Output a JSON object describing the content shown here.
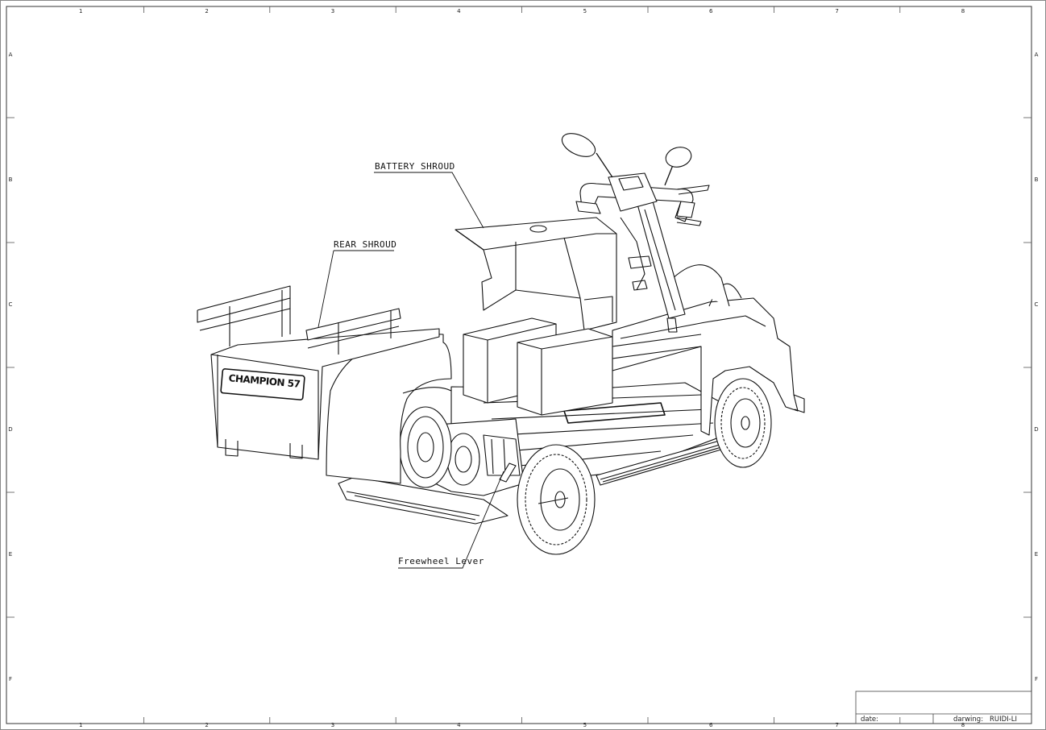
{
  "sheet": {
    "columns": [
      "1",
      "2",
      "3",
      "4",
      "5",
      "6",
      "7",
      "8"
    ],
    "rows": [
      "A",
      "B",
      "C",
      "D",
      "E",
      "F"
    ]
  },
  "callouts": {
    "battery_shroud": "BATTERY SHROUD",
    "rear_shroud": "REAR SHROUD",
    "freewheel_lever": "Freewheel Lever"
  },
  "vehicle": {
    "badge": "CHAMPION 57"
  },
  "title_block": {
    "date_label": "date:",
    "drawing_label": "darwing:",
    "drawing_value": "RUIDI-LI"
  }
}
